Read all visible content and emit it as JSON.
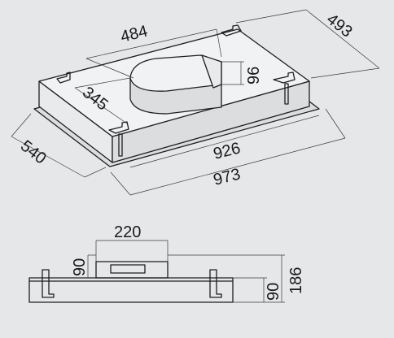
{
  "top_view": {
    "dimensions": {
      "duct_width": "484",
      "depth_overall": "493",
      "duct_height": "96",
      "duct_offset": "345",
      "width_inner": "926",
      "width_outer": "973",
      "depth_outer": "540"
    }
  },
  "side_view": {
    "dimensions": {
      "duct_width": "220",
      "duct_height": "90",
      "body_height": "90",
      "total_height": "186"
    }
  },
  "colors": {
    "background": "#e6e7e9",
    "line": "#1e1e1e"
  }
}
